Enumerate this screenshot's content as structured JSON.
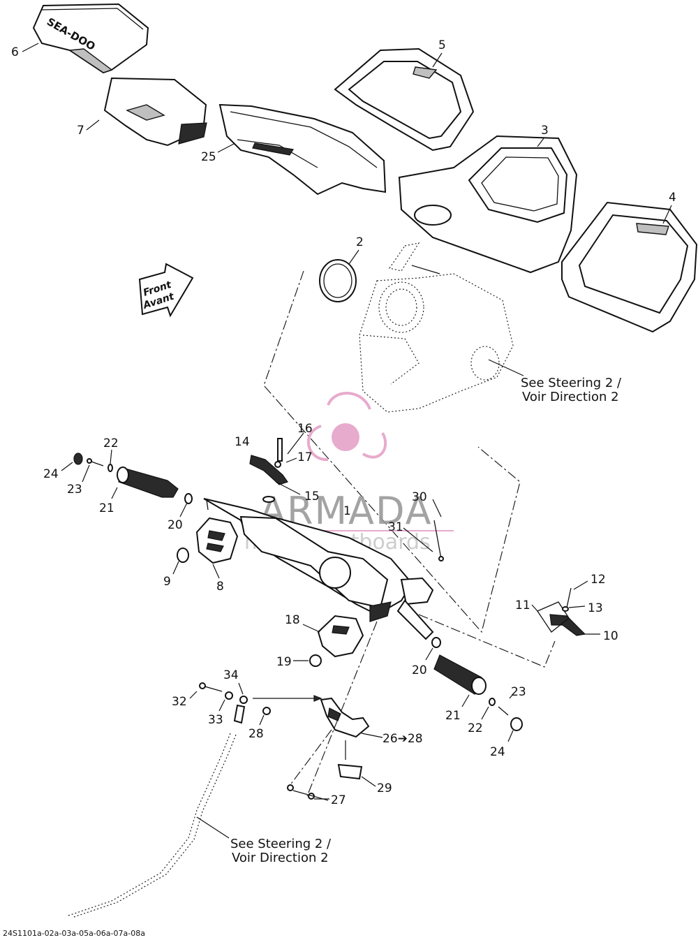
{
  "callouts": {
    "c1": "1",
    "c2": "2",
    "c3": "3",
    "c4": "4",
    "c5": "5",
    "c6": "6",
    "c7": "7",
    "c8": "8",
    "c9": "9",
    "c10": "10",
    "c11": "11",
    "c12": "12",
    "c13": "13",
    "c14": "14",
    "c15": "15",
    "c16": "16",
    "c17": "17",
    "c18": "18",
    "c19": "19",
    "c20": "20",
    "c21": "21",
    "c22": "22",
    "c23": "23",
    "c24": "24",
    "c25": "25",
    "c26": "26➔28",
    "c27": "27",
    "c28": "28",
    "c29": "29",
    "c30": "30",
    "c31": "31",
    "c32": "32",
    "c33": "33",
    "c34": "34"
  },
  "notes": {
    "upper_line1": "See Steering 2 /",
    "upper_line2": "Voir Direction 2",
    "lower_line1": "See Steering 2 /",
    "lower_line2": "Voir Direction 2"
  },
  "arrow": {
    "line1": "Front",
    "line2": "Avant"
  },
  "logo_text": "SEA-DOO",
  "watermark": {
    "title": "ARMADA",
    "subtitle": "marine outboards",
    "accent": "#e5a3c8"
  },
  "drawing_code": "24S1101a-02a-03a-05a-06a-07a-08a"
}
